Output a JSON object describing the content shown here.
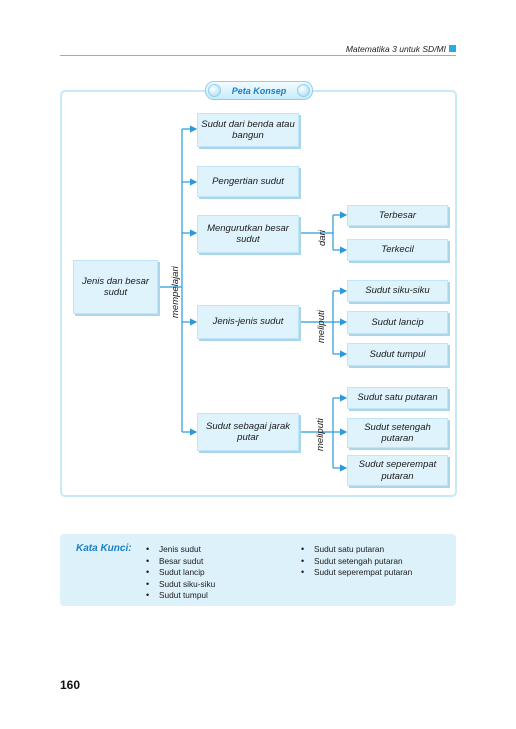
{
  "header": {
    "text": "Matematika 3 untuk SD/MI"
  },
  "concept_map": {
    "title": "Peta Konsep",
    "root": "Jenis dan besar sudut",
    "root_label": "mempelajari",
    "branches": [
      {
        "label": "Sudut dari benda atau bangun"
      },
      {
        "label": "Pengertian sudut"
      },
      {
        "label": "Mengurutkan besar sudut",
        "connector": "dari",
        "children": [
          "Terbesar",
          "Terkecil"
        ]
      },
      {
        "label": "Jenis-jenis sudut",
        "connector": "meliputi",
        "children": [
          "Sudut siku-siku",
          "Sudut lancip",
          "Sudut tumpul"
        ]
      },
      {
        "label": "Sudut sebagai jarak putar",
        "connector": "meliputi",
        "children": [
          "Sudut satu putaran",
          "Sudut setengah putaran",
          "Sudut seperempat putaran"
        ]
      }
    ]
  },
  "keywords": {
    "title": "Kata Kunci:",
    "col1": [
      "Jenis sudut",
      "Besar sudut",
      "Sudut lancip",
      "Sudut siku-siku",
      "Sudut tumpul"
    ],
    "col2": [
      "Sudut satu putaran",
      "Sudut setengah putaran",
      "Sudut seperempat putaran"
    ]
  },
  "page_number": "160",
  "colors": {
    "accent": "#29aae1",
    "node_fill": "#dff3fc",
    "connector": "#2a9ad8",
    "keyword_title": "#1b7fc4"
  }
}
